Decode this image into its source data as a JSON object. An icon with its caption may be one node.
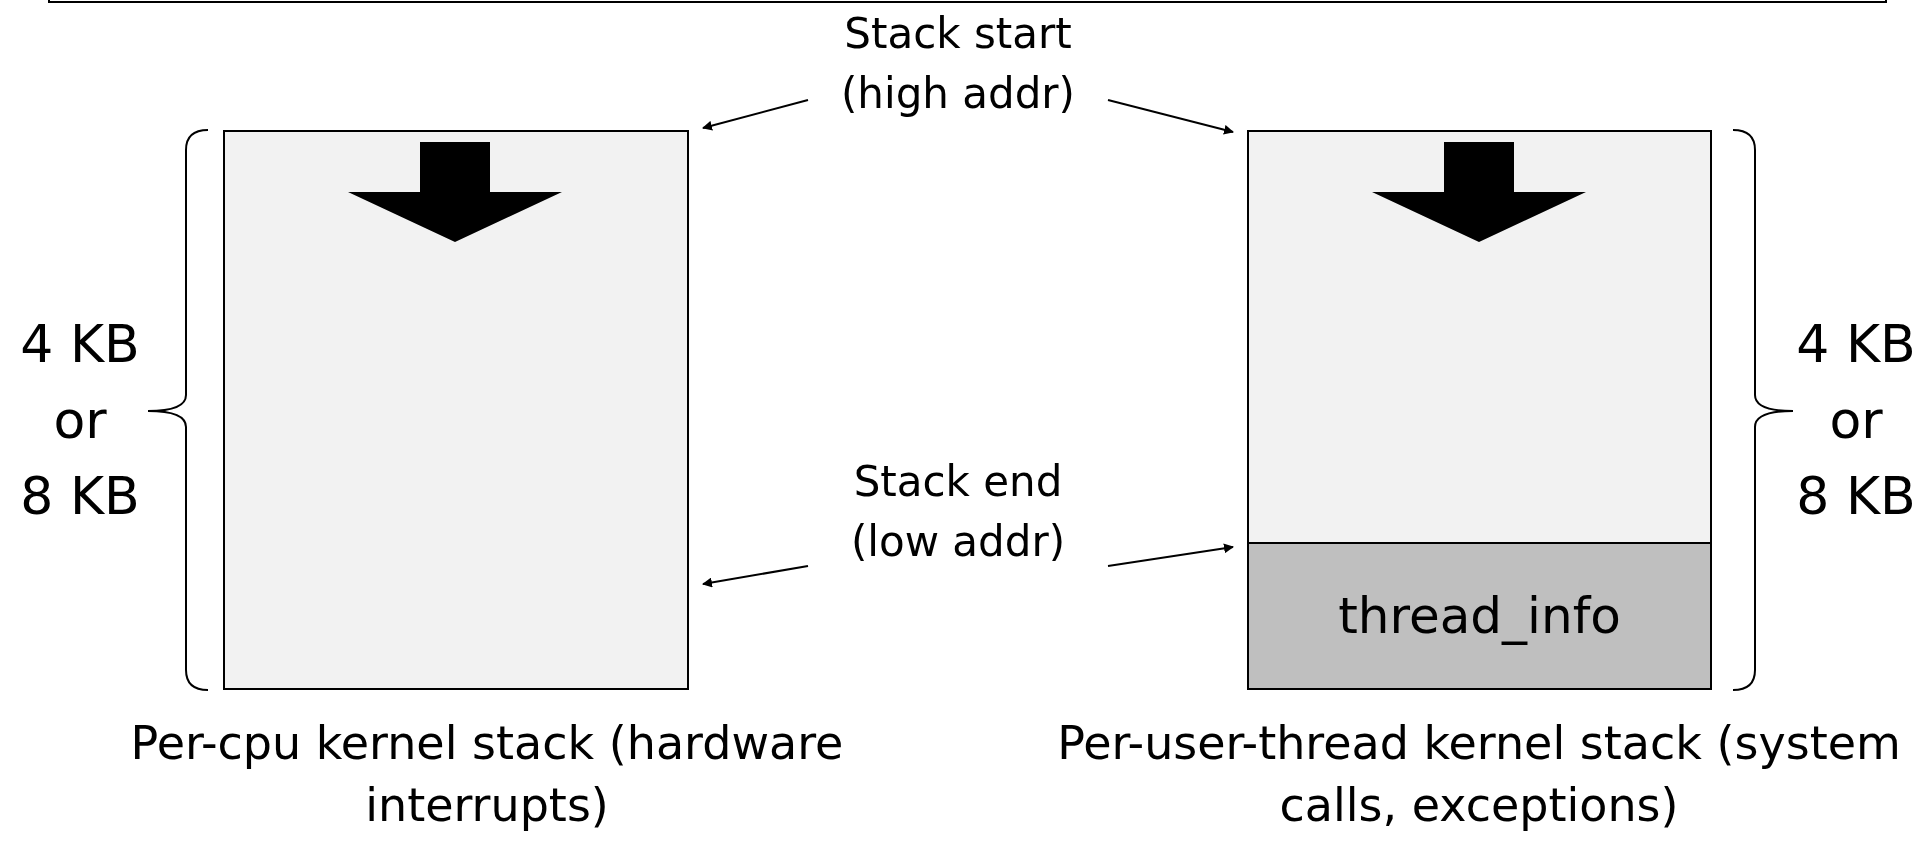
{
  "diagram": {
    "nodes": [
      {
        "text": [
          "Per-cpu kernel stack (hardware interrupts)"
        ]
      },
      {
        "text": [
          "Per-user-thread kernel stack (system calls, exceptions)"
        ]
      },
      {
        "text": [
          "thread_info"
        ],
        "in": 1
      },
      {
        "text": [
          "Stack start (high addr)"
        ]
      },
      {
        "text": [
          "Stack end (low addr)"
        ]
      }
    ],
    "edges": [
      {
        "from": 3,
        "to": 0,
        "arrow": "to"
      },
      {
        "from": 3,
        "to": 1,
        "arrow": "to"
      },
      {
        "from": 4,
        "to": 0,
        "arrow": "to"
      },
      {
        "from": 4,
        "to": 1,
        "arrow": "to"
      }
    ],
    "labels": [
      "4 KB or 8 KB",
      "4 KB or 8 KB"
    ]
  }
}
